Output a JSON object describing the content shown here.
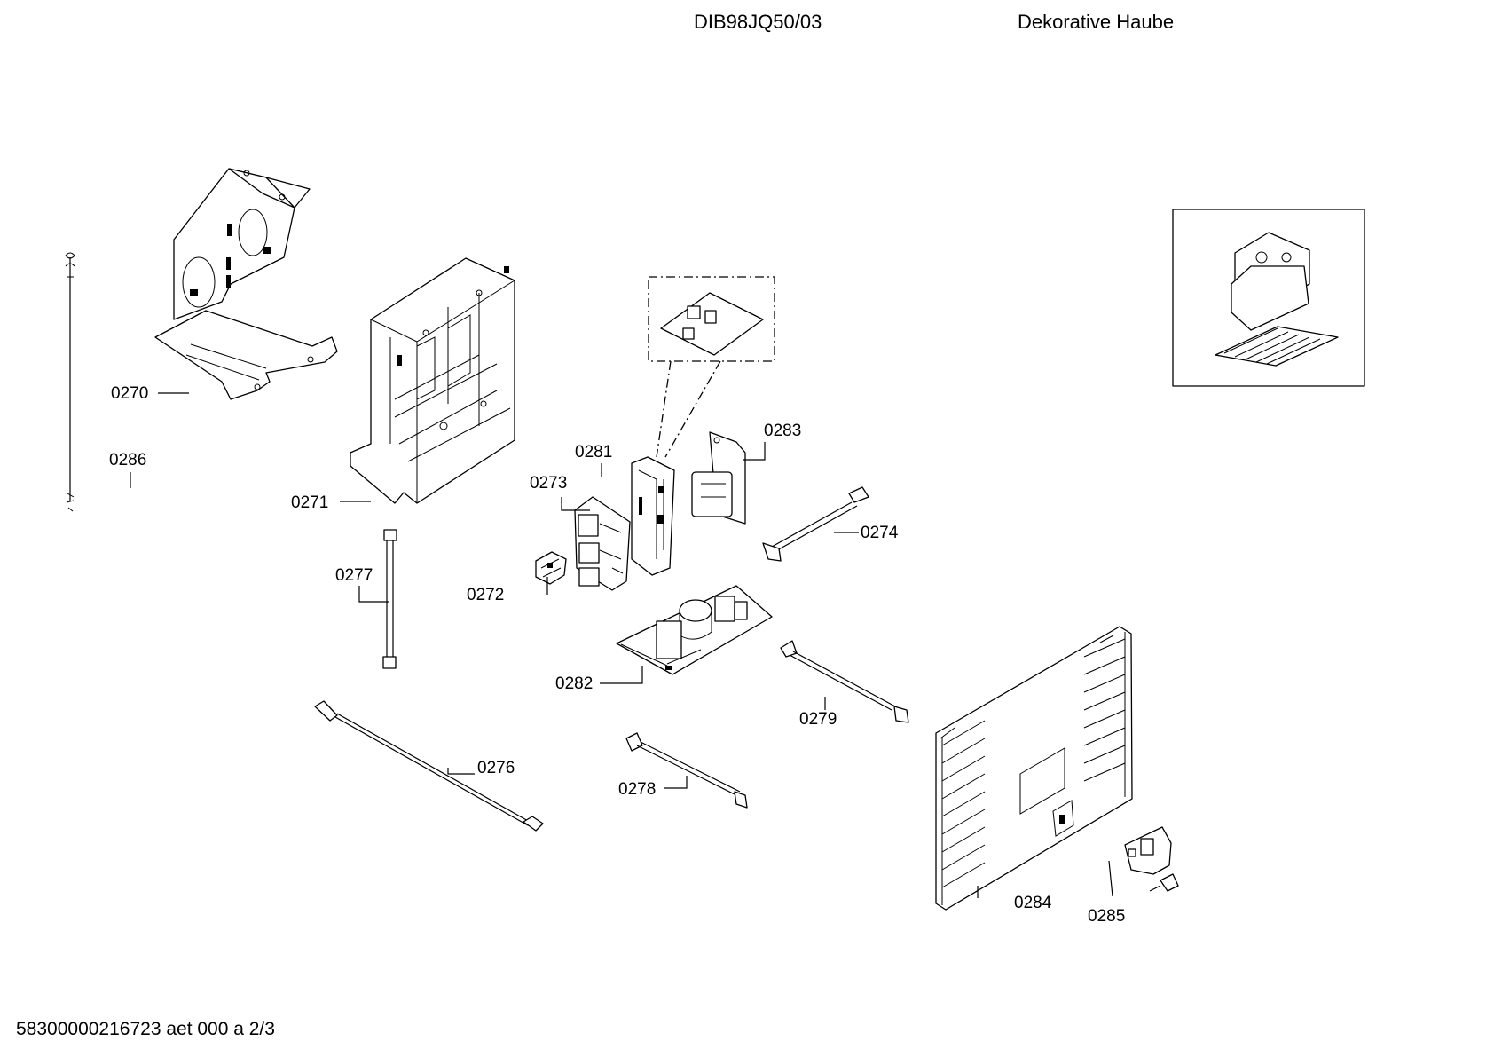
{
  "header": {
    "model": "DIB98JQ50/03",
    "title": "Dekorative Haube"
  },
  "footer": {
    "doc_ref": "58300000216723 aet 000 a 2/3"
  },
  "parts": {
    "p0270": "0270",
    "p0271": "0271",
    "p0272": "0272",
    "p0273": "0273",
    "p0274": "0274",
    "p0276": "0276",
    "p0277": "0277",
    "p0278": "0278",
    "p0279": "0279",
    "p0281": "0281",
    "p0282": "0282",
    "p0283": "0283",
    "p0284": "0284",
    "p0285": "0285",
    "p0286": "0286"
  }
}
